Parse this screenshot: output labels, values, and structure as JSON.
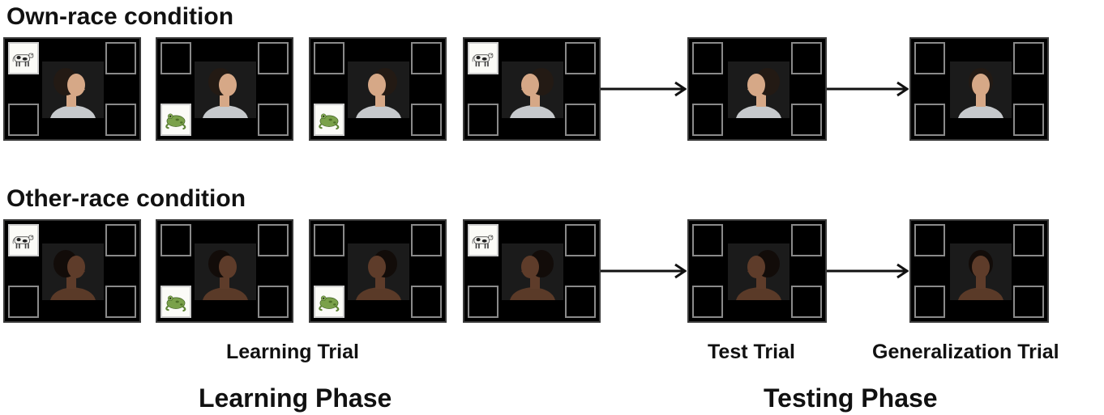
{
  "rows": [
    {
      "title": "Own-race condition",
      "skin": "#d6a887",
      "hair": "#231a14",
      "shirt": "#c6c9cc"
    },
    {
      "title": "Other-race condition",
      "skin": "#5e3c2a",
      "hair": "#120c09",
      "shirt": "#5a3a28"
    }
  ],
  "frames": [
    {
      "pic": "cow-icon",
      "pic_pos": "tl",
      "face_dir": "right-profile"
    },
    {
      "pic": "frog-icon",
      "pic_pos": "bl",
      "face_dir": "right-three-quarter"
    },
    {
      "pic": "frog-icon",
      "pic_pos": "bl",
      "face_dir": "left-three-quarter"
    },
    {
      "pic": "cow-icon",
      "pic_pos": "tl",
      "face_dir": "left-profile"
    },
    {
      "pic": "",
      "pic_pos": "",
      "face_dir": "left-profile"
    },
    {
      "pic": "",
      "pic_pos": "",
      "face_dir": "frontal"
    }
  ],
  "labels": {
    "learning_trial": "Learning Trial",
    "test_trial": "Test Trial",
    "generalization_trial": "Generalization Trial",
    "learning_phase": "Learning Phase",
    "testing_phase": "Testing Phase"
  },
  "colors": {
    "frame_bg": "#000000",
    "slot_border": "#8a8a8a",
    "arrow": "#111111"
  }
}
